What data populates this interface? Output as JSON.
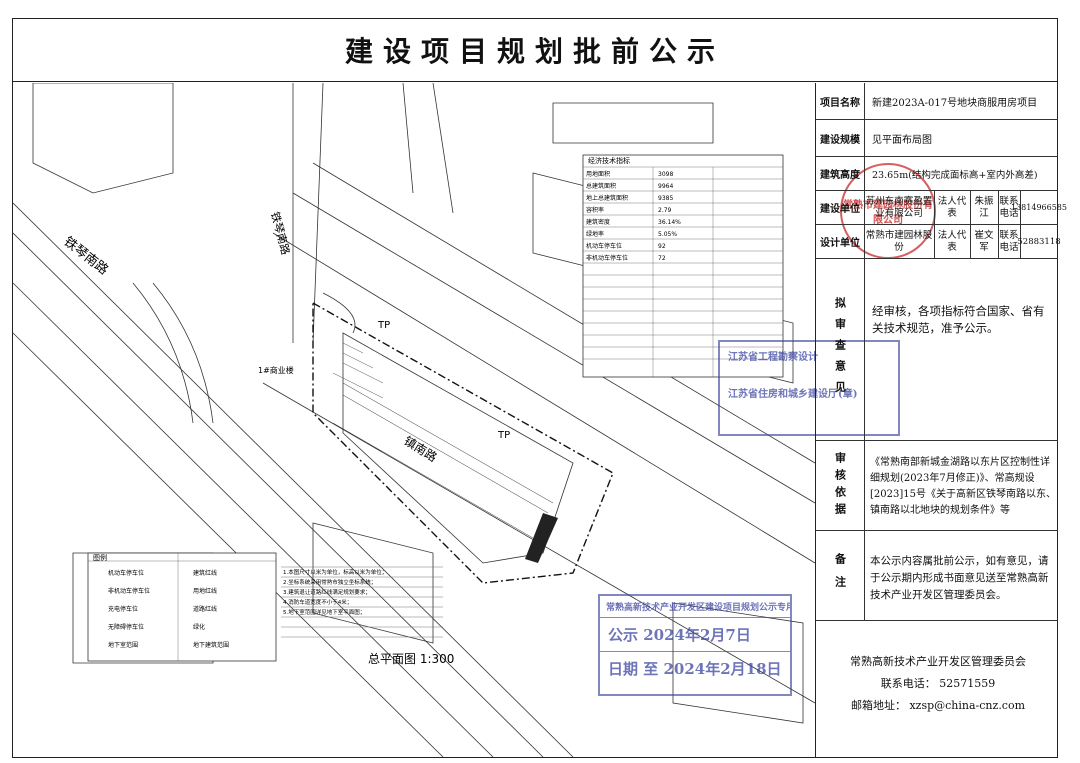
{
  "title": "建设项目规划批前公示",
  "info": {
    "project_name_label": "项目名称",
    "project_name": "新建2023A-017号地块商服用房项目",
    "scale_label": "建设规模",
    "scale_value": "见平面布局图",
    "height_label": "建筑高度",
    "height_value": "23.65m(结构完成面标高+室内外高差)",
    "builder_label": "建设单位",
    "builder_name": "苏州东南赛盈置业有限公司",
    "builder_rep_label": "法人代表",
    "builder_rep": "朱振江",
    "builder_phone_label": "联系电话",
    "builder_phone": "13814966585",
    "designer_label": "设计单位",
    "designer_name": "常熟市建园林股份",
    "designer_rep_label": "法人代表",
    "designer_rep": "崔文军",
    "designer_phone_label": "联系电话",
    "designer_phone": "52883118",
    "review_label": "拟审查意见",
    "review_text": "经审核，各项指标符合国家、省有关技术规范，准予公示。",
    "basis_label": "审核依据",
    "basis_text": "《常熟南部新城金湖路以东片区控制性详细规划(2023年7月修正)》、常高规设[2023]15号《关于高新区铁琴南路以东、镇南路以北地块的规划条件》等",
    "notes_label": "备注",
    "notes_text": "本公示内容属批前公示，如有意见，请于公示期内形成书面意见送至常熟高新技术产业开发区管理委员会。",
    "footer_org": "常熟高新技术产业开发区管理委员会",
    "footer_phone": "联系电话： 52571559",
    "footer_email": "邮箱地址： xzsp@china-cnz.com"
  },
  "plan": {
    "scale_text": "总平面图 1:300",
    "road_west": "铁琴南路",
    "road_south": "镇南路",
    "road_north": "铁琴南路",
    "building_label": "1#商业楼",
    "tp_label": "TP",
    "legend_title": "图例",
    "legend_items": [
      "机动车停车位",
      "非机动车停车位",
      "充电停车位",
      "无障碍停车位",
      "地下室范围",
      "建筑红线",
      "用地红线",
      "道路红线",
      "绿化",
      "地下建筑范围"
    ],
    "tech_table_title": "经济技术指标",
    "tech_rows": [
      [
        "用地面积",
        "3098"
      ],
      [
        "总建筑面积",
        "9964"
      ],
      [
        "地上总建筑面积",
        "9385"
      ],
      [
        "容积率",
        "2.79"
      ],
      [
        "建筑密度",
        "36.14%"
      ],
      [
        "绿地率",
        "5.05%"
      ],
      [
        "机动车停车位",
        "92"
      ],
      [
        "非机动车停车位",
        "72"
      ]
    ],
    "notes_lines": [
      "1.本图尺寸以米为单位，标高以米为单位；",
      "2.坐标系统采用常熟市独立坐标系统；",
      "3.建筑退让道路红线满足规划要求；",
      "4.消防车道宽度不小于4米；",
      "5.地下室范围详见地下室平面图；"
    ]
  },
  "stamps": {
    "red_stamp": "常熟市建园林股份有限公司",
    "blue_stamp_top": "江苏省工程勘察设计",
    "blue_stamp_bottom": "江苏省住房和城乡建设厅(章)",
    "public_stamp_title": "常熟高新技术产业开发区建设项目规划公示专用章",
    "public_date_from": "公示 2024年2月7日",
    "public_date_to": "日期 至 2024年2月18日"
  },
  "colors": {
    "line": "#222222",
    "red_stamp": "#c82828",
    "blue_stamp": "#3c46a0"
  }
}
